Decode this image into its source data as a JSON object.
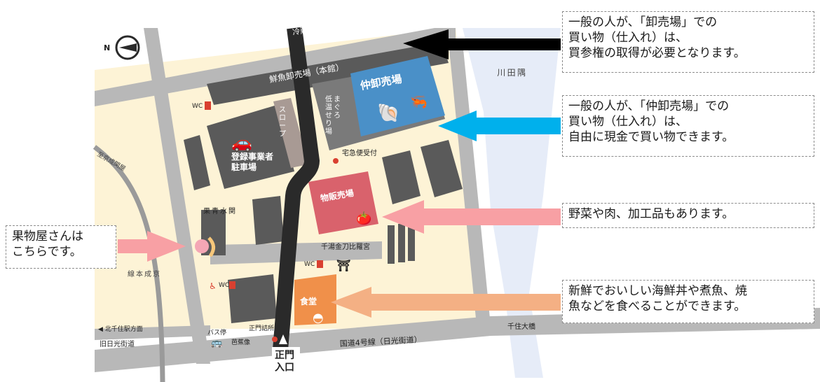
{
  "map": {
    "street_top": "冷蔵庫棟",
    "main_hall": "鮮魚卸売場（本館）",
    "nakaoroshi": "仲卸売場",
    "tuna": "まぐろ\n低温せり場",
    "slope": "スロープ",
    "parking": "登録事業者\n駐車場",
    "takkyubin": "宅急便受付",
    "bussan": "物販売場",
    "sekisui": "関\n水\n青\n果",
    "shrine": "千湯金刀比羅宮",
    "shokudo": "食堂",
    "gate": "正門\n入口",
    "guard": "正門詰所",
    "bus": "バス停",
    "basho": "芭蕉像",
    "wc": "WC",
    "keisei": "京\n成\n本\n線",
    "narita": "至京成関屋",
    "kitasenju": "◀ 北千住駅方面",
    "old_road": "旧日光街道",
    "route4": "国道4号線（日光街道）",
    "bridge": "千住大橋",
    "river": "隅\n田\n川",
    "compass": "N"
  },
  "notes": {
    "oroshi": "一般の人が、「卸売場」での\n買い物（仕入れ）は、\n買参権の取得が必要となります。",
    "nakaoroshi": "一般の人が、「仲卸売場」での\n買い物（仕入れ）は、\n自由に現金で買い物できます。",
    "bussan": "野菜や肉、加工品もあります。",
    "fruit": "果物屋さんは\nこちらです。",
    "shokudo": "新鮮でおいしい海鮮丼や煮魚、焼\n魚などを食べることができます。"
  },
  "colors": {
    "ground": "#fdf3d6",
    "road": "#b8b8b8",
    "building": "#5a5a5a",
    "nakaoroshi": "#4a90c8",
    "bussan": "#d9626c",
    "shokudo": "#f0904a",
    "river": "#e6ecf8",
    "arrow_black": "#000000",
    "arrow_blue": "#00b0ec",
    "arrow_pink": "#f8a0a4",
    "arrow_orange": "#f4b084"
  }
}
